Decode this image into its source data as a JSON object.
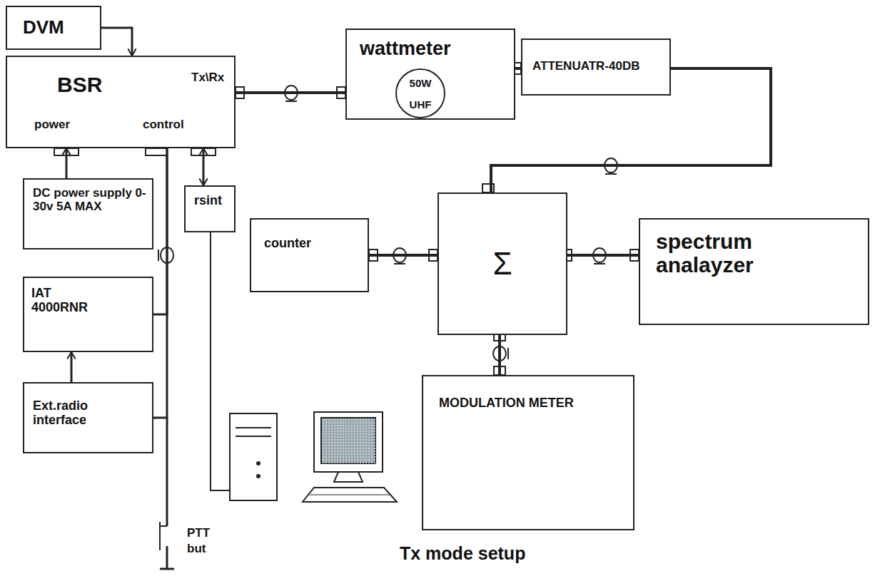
{
  "diagram": {
    "caption": "Tx mode setup",
    "nodes": [
      {
        "text": [
          "DVM"
        ]
      },
      {
        "text": [
          "BSR",
          "Tx\\Rx",
          "power",
          "control"
        ]
      },
      {
        "text": [
          "wattmeter"
        ]
      },
      {
        "text": [
          "50W UHF"
        ],
        "in": 2
      },
      {
        "text": [
          "ATTENUATR-40DB"
        ]
      },
      {
        "text": [
          "DC power supply 0-30v 5A MAX"
        ]
      },
      {
        "text": [
          "rsint"
        ]
      },
      {
        "text": [
          "counter"
        ]
      },
      {
        "text": [
          "Σ"
        ]
      },
      {
        "text": [
          "spectrum analayzer"
        ]
      },
      {
        "text": [
          "IAT 4000RNR"
        ]
      },
      {
        "text": [
          "Ext.radio interface"
        ]
      },
      {
        "text": [
          "MODULATION METER"
        ]
      }
    ],
    "edges": [
      {
        "from": 0,
        "to": 1,
        "arrow": "to"
      },
      {
        "from": 1,
        "to": 2,
        "arrow": "none"
      },
      {
        "from": 2,
        "to": 4,
        "arrow": "none"
      },
      {
        "from": 4,
        "to": 8,
        "arrow": "none"
      },
      {
        "from": 7,
        "to": 8,
        "arrow": "none"
      },
      {
        "from": 8,
        "to": 9,
        "arrow": "none"
      },
      {
        "from": 8,
        "to": 12,
        "arrow": "none"
      },
      {
        "from": 5,
        "to": 1,
        "arrow": "to"
      },
      {
        "from": 6,
        "to": 1,
        "arrow": "both"
      },
      {
        "from": 10,
        "to": 1,
        "arrow": "none"
      },
      {
        "from": 11,
        "to": 1,
        "arrow": "none"
      },
      {
        "from": 11,
        "to": 10,
        "arrow": "to"
      }
    ],
    "labels": [
      "PTT",
      "but"
    ]
  }
}
